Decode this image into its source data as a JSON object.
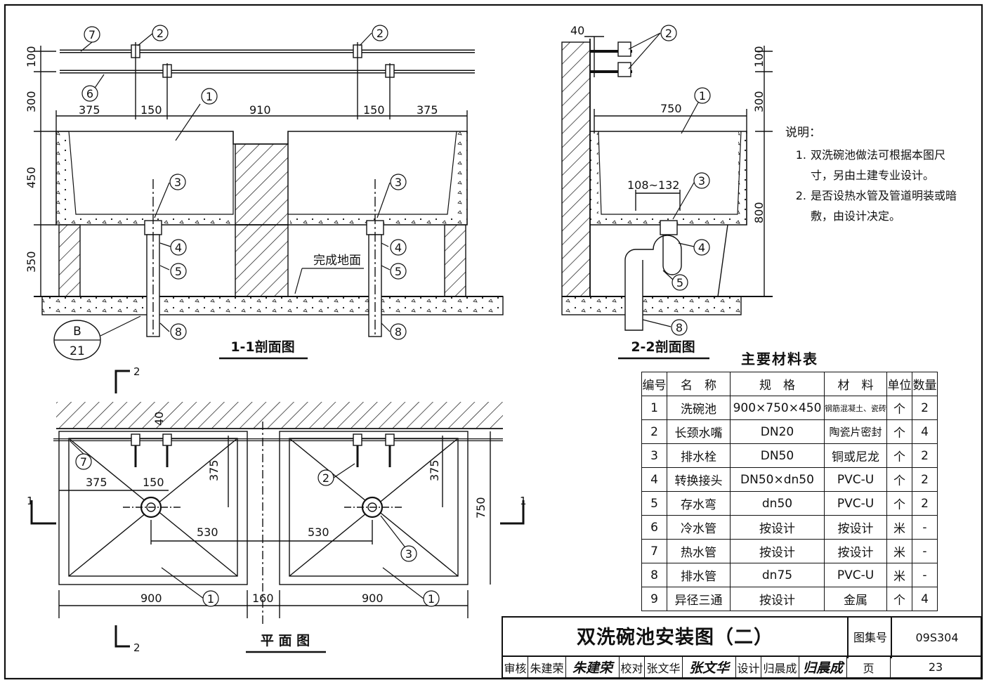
{
  "section11": {
    "title": "1-1剖面图",
    "dims_top": [
      "375",
      "150",
      "910",
      "150",
      "375"
    ],
    "dims_left": [
      "100",
      "300",
      "450",
      "350"
    ],
    "floor_label": "完成地面",
    "ref_symbol": {
      "top": "B",
      "bottom": "21"
    }
  },
  "section22": {
    "title": "2-2剖面图",
    "dim_wall": "40",
    "dim_width": "750",
    "dim_outlet": "108~132",
    "dims_right": [
      "100",
      "300",
      "800"
    ]
  },
  "plan": {
    "title": "平 面 图",
    "dim_40": "40",
    "dims_inner": [
      "375",
      "150",
      "375",
      "530",
      "530",
      "375"
    ],
    "dim_750": "750",
    "dims_bottom": [
      "900",
      "160",
      "900"
    ],
    "cut_marks": [
      "2",
      "2",
      "1",
      "1"
    ]
  },
  "callouts": [
    "1",
    "2",
    "3",
    "4",
    "5",
    "6",
    "7",
    "8"
  ],
  "notes": {
    "title": "说明：",
    "items": [
      {
        "num": "1.",
        "text": "双洗碗池做法可根据本图尺寸，另由土建专业设计。"
      },
      {
        "num": "2.",
        "text": "是否设热水管及管道明装或暗敷，由设计决定。"
      }
    ]
  },
  "materials": {
    "title": "主要材料表",
    "headers": [
      "编号",
      "名　称",
      "规　格",
      "材　料",
      "单位",
      "数量"
    ],
    "rows": [
      [
        "1",
        "洗碗池",
        "900×750×450",
        "钢筋混凝土、瓷砖",
        "个",
        "2"
      ],
      [
        "2",
        "长颈水嘴",
        "DN20",
        "陶瓷片密封",
        "个",
        "4"
      ],
      [
        "3",
        "排水栓",
        "DN50",
        "铜或尼龙",
        "个",
        "2"
      ],
      [
        "4",
        "转换接头",
        "DN50×dn50",
        "PVC-U",
        "个",
        "2"
      ],
      [
        "5",
        "存水弯",
        "dn50",
        "PVC-U",
        "个",
        "2"
      ],
      [
        "6",
        "冷水管",
        "按设计",
        "按设计",
        "米",
        "-"
      ],
      [
        "7",
        "热水管",
        "按设计",
        "按设计",
        "米",
        "-"
      ],
      [
        "8",
        "排水管",
        "dn75",
        "PVC-U",
        "米",
        "-"
      ],
      [
        "9",
        "异径三通",
        "按设计",
        "金属",
        "个",
        "4"
      ]
    ]
  },
  "title_block": {
    "title": "双洗碗池安装图（二）",
    "atlas_label": "图集号",
    "atlas_no": "09S304",
    "review": "审核",
    "reviewer": "朱建荣",
    "reviewer_sig": "朱建荣",
    "check": "校对",
    "checker": "张文华",
    "checker_sig": "张文华",
    "design": "设计",
    "designer": "归晨成",
    "designer_sig": "归晨成",
    "page_label": "页",
    "page_no": "23"
  }
}
